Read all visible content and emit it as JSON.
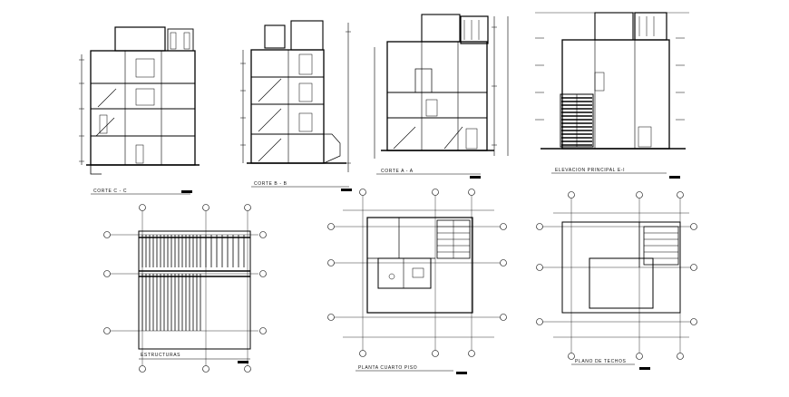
{
  "drawing": {
    "section_c": {
      "caption": "CORTE C - C"
    },
    "section_b": {
      "caption": "CORTE B - B"
    },
    "section_a": {
      "caption": "CORTE A - A"
    },
    "elevation": {
      "caption": "ELEVACION PRINCIPAL E-I"
    },
    "structure_plan": {
      "caption": "ESTRUCTURAS"
    },
    "floor_plan": {
      "caption": "PLANTA CUARTO PISO"
    },
    "roof_plan": {
      "caption": "PLANO DE TECHOS"
    }
  },
  "colors": {
    "line": "#000000",
    "background": "#ffffff"
  }
}
